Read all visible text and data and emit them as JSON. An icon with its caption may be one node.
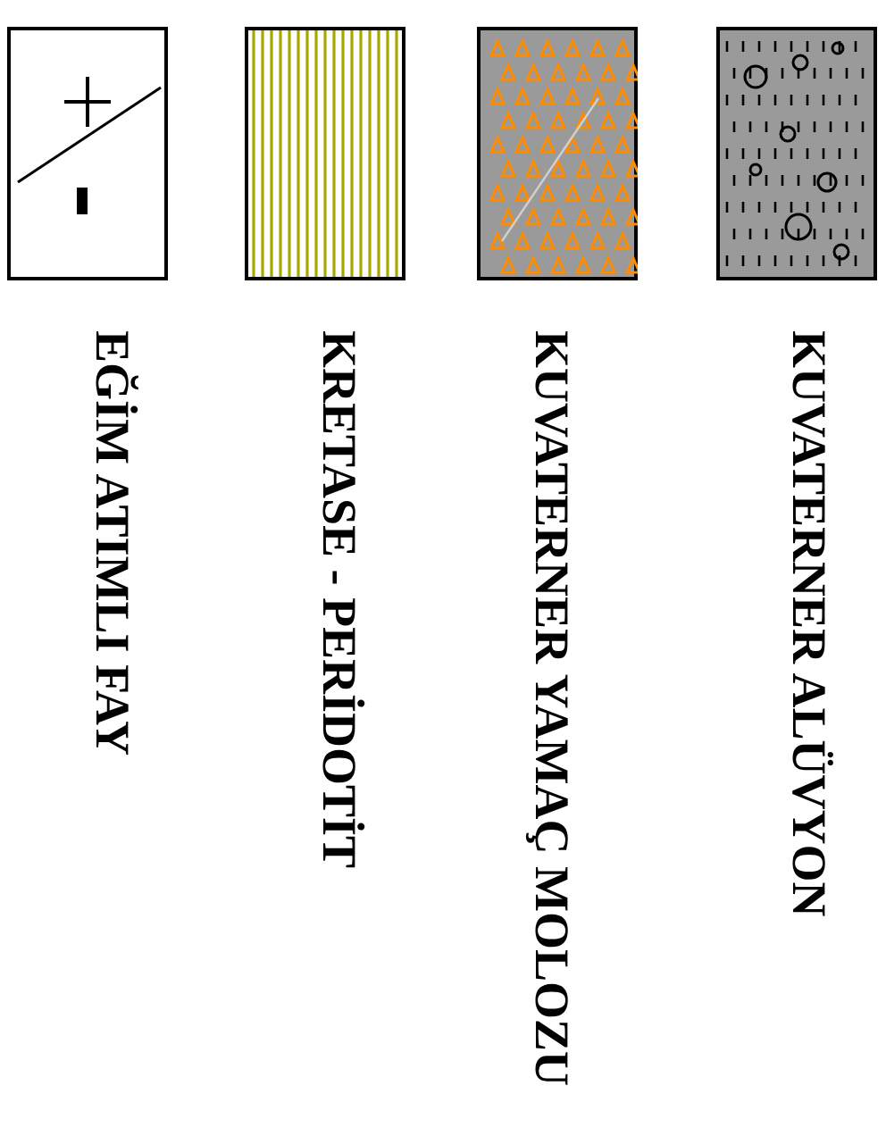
{
  "diagram": {
    "legend": [
      {
        "text": "KUVATERNER ALÜVYON"
      },
      {
        "text": "KUVATERNER YAMAÇ MOLOZU"
      },
      {
        "text": "KRETASE - PERİDOTİT"
      },
      {
        "text": "EĞİM ATIMLI FAY"
      }
    ]
  }
}
